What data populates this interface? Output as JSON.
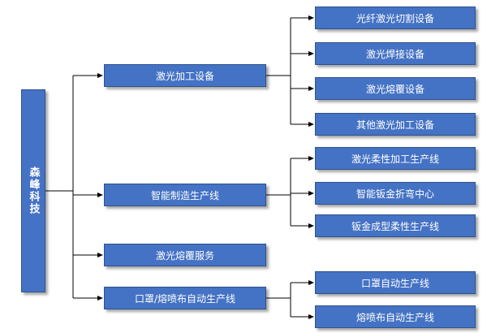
{
  "root": {
    "label": "森峰科技"
  },
  "categories": [
    {
      "label": "激光加工设备",
      "children": [
        "光纤激光切割设备",
        "激光焊接设备",
        "激光熔覆设备",
        "其他激光加工设备"
      ]
    },
    {
      "label": "智能制造生产线",
      "children": [
        "激光柔性加工生产线",
        "智能钣金折弯中心",
        "钣金成型柔性生产线"
      ]
    },
    {
      "label": "激光熔覆服务",
      "children": []
    },
    {
      "label": "口罩/熔喷布自动生产线",
      "children": [
        "口罩自动生产线",
        "熔喷布自动生产线"
      ]
    }
  ],
  "colors": {
    "node_fill": "#4472c4",
    "node_border": "#2f528f",
    "text": "#ffffff",
    "line": "#000000"
  }
}
